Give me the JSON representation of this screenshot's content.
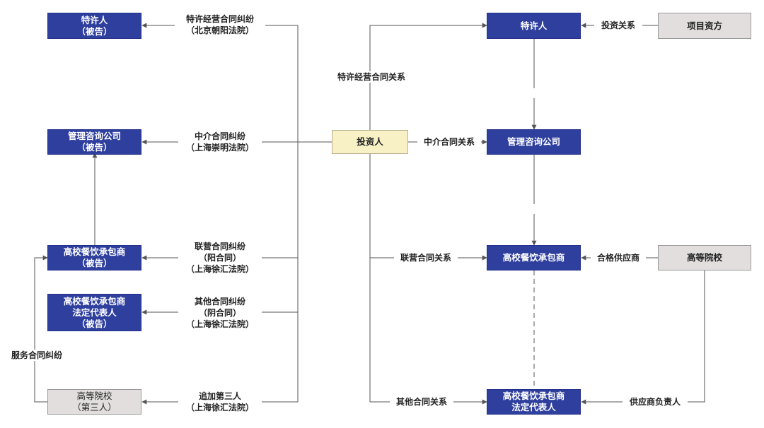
{
  "boxes": {
    "franchisor_defendant": "特许人\n（被告）",
    "mgmt_defendant": "管理咨询公司\n（被告）",
    "caterer_defendant": "高校餐饮承包商\n（被告）",
    "caterer_rep_defendant": "高校餐饮承包商\n法定代表人\n（被告）",
    "university_third_party": "高等院校\n（第三人）",
    "investor": "投资人",
    "franchisor": "特许人",
    "project_funder": "项目资方",
    "mgmt_company": "管理咨询公司",
    "caterer": "高校餐饮承包商",
    "university": "高等院校",
    "caterer_rep": "高校餐饮承包商\n法定代表人"
  },
  "labels": {
    "franchise_dispute": "特许经营合同纠纷\n（北京朝阳法院）",
    "agency_dispute": "中介合同纠纷\n（上海崇明法院）",
    "joint_dispute": "联营合同纠纷\n（阳合同）\n（上海徐汇法院）",
    "other_dispute": "其他合同纠纷\n（阴合同）\n（上海徐汇法院）",
    "add_third_party": "追加第三人\n（上海徐汇法院）",
    "service_dispute": "服务合同纠纷",
    "franchise_relation": "特许经营合同关系",
    "agency_relation": "中介合同关系",
    "joint_relation": "联营合同关系",
    "other_relation": "其他合同关系",
    "investment_relation": "投资关系",
    "qualified_supplier": "合格供应商",
    "supplier_person": "供应商负责人"
  },
  "colors": {
    "party_blue": "#2e3f9e",
    "third_party_grey": "#e2dede",
    "investor_yellow": "#f8f1c6",
    "line": "#555555"
  }
}
